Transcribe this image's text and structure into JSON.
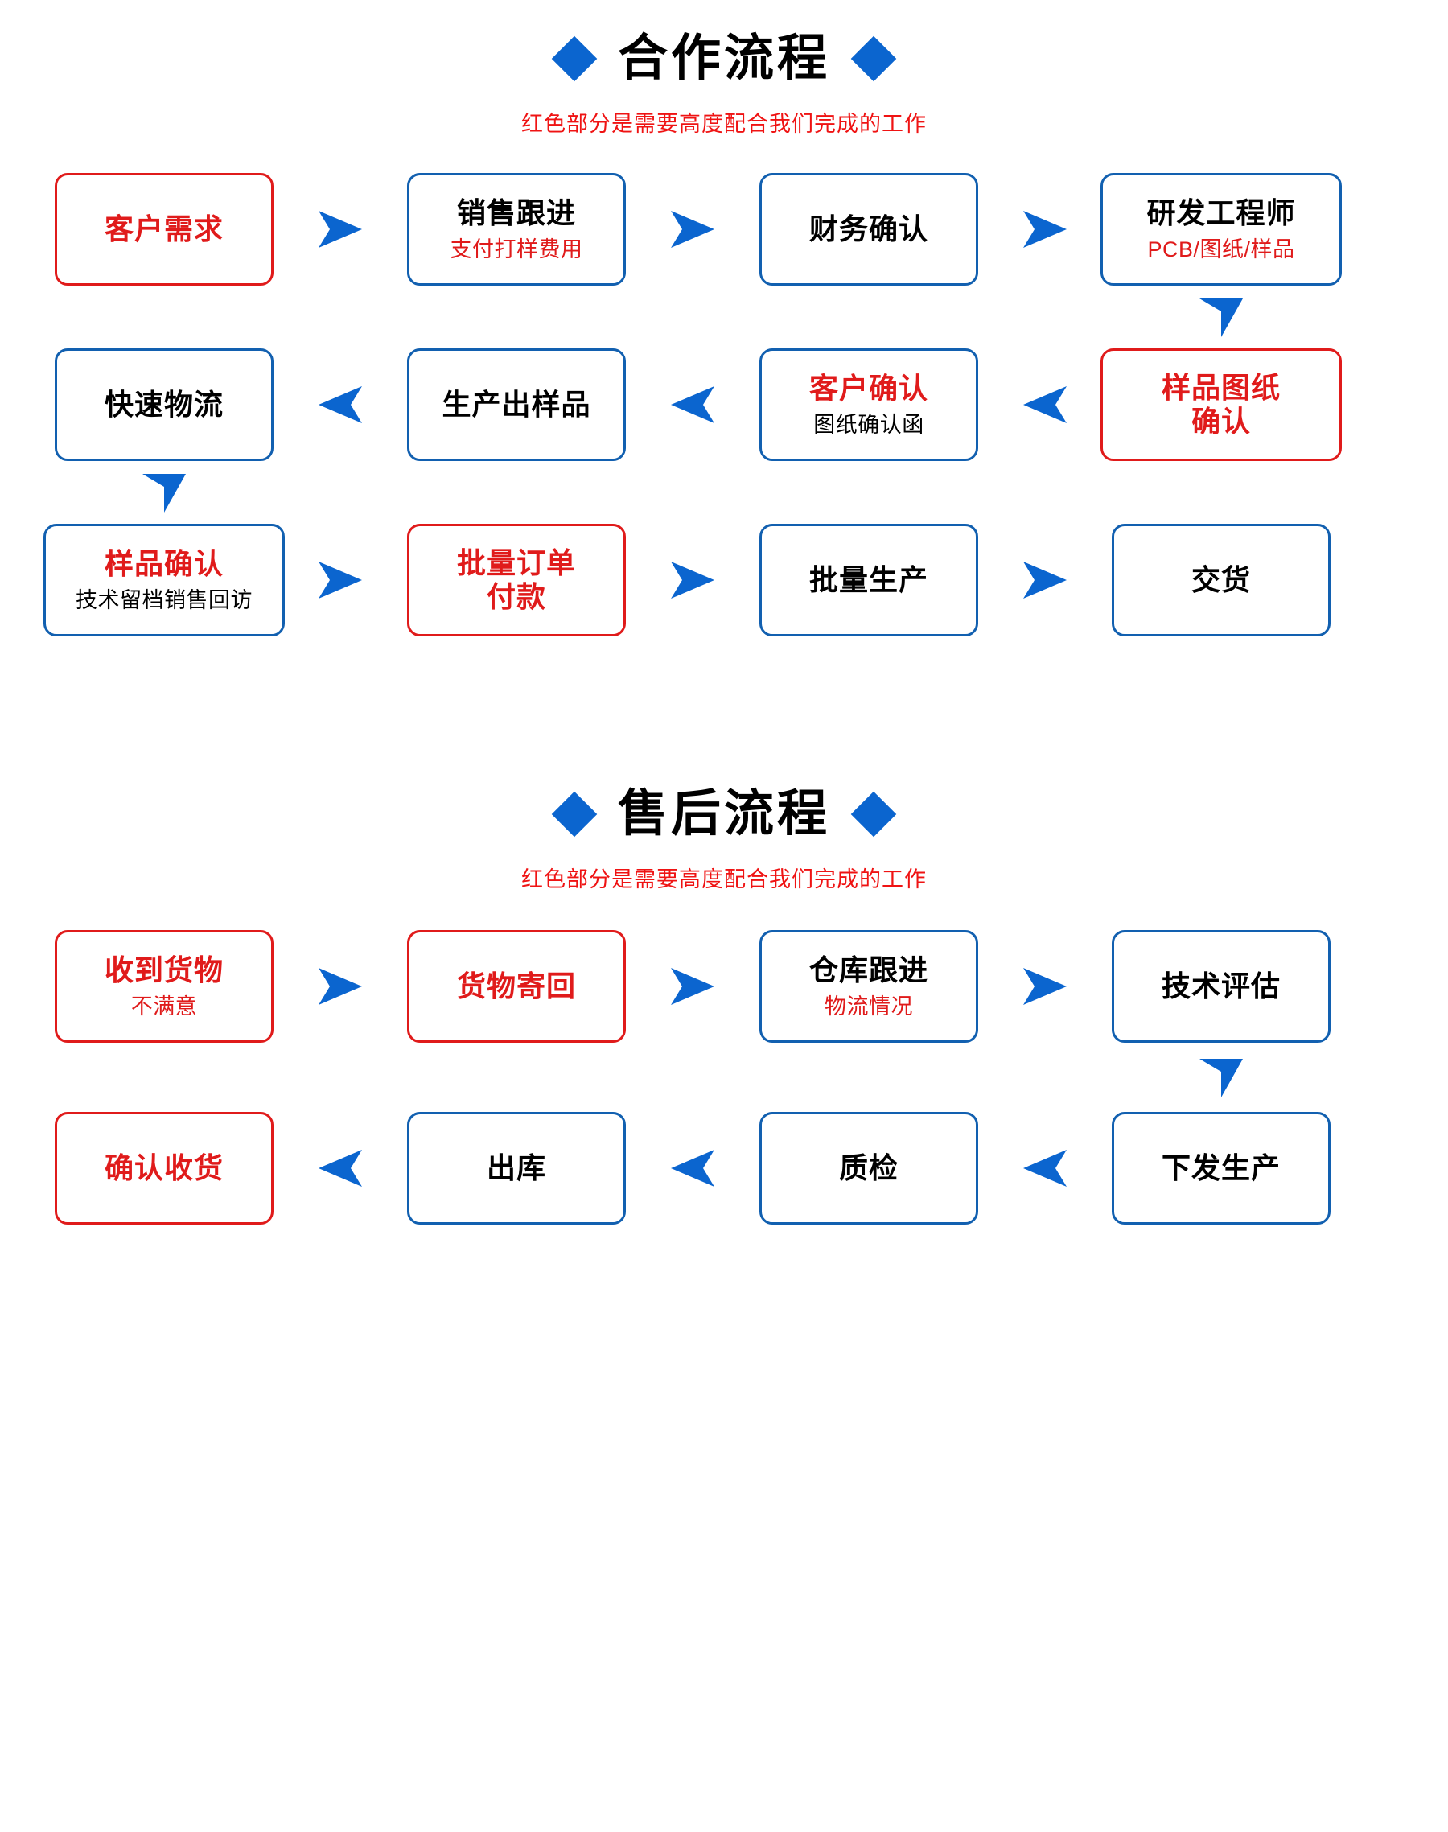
{
  "colors": {
    "blue": "#0b65cf",
    "box_blue": "#1260b0",
    "red": "#e01b1b",
    "sub_red": "#ef1313",
    "black": "#000000",
    "background": "#ffffff"
  },
  "sections": [
    {
      "id": "cooperation",
      "title": "合作流程",
      "subtitle": "红色部分是需要高度配合我们完成的工作",
      "left_diamond": "diamond-icon",
      "right_diamond": "diamond-icon",
      "rows": [
        {
          "direction": "ltr",
          "boxes": [
            {
              "main": "客户需求",
              "main_color": "red",
              "sub": "",
              "sub_color": "red",
              "border": "red"
            },
            {
              "main": "销售跟进",
              "main_color": "black",
              "sub": "支付打样费用",
              "sub_color": "red",
              "border": "blue"
            },
            {
              "main": "财务确认",
              "main_color": "black",
              "sub": "",
              "sub_color": "black",
              "border": "blue"
            },
            {
              "main": "研发工程师",
              "main_color": "black",
              "sub": "PCB/图纸/样品",
              "sub_color": "red",
              "border": "blue"
            }
          ],
          "arrows": [
            "arrow-right-icon",
            "arrow-right-icon",
            "arrow-right-icon"
          ]
        },
        {
          "direction": "rtl",
          "connector_from_above": "arrow-down-icon",
          "connector_column": 3,
          "boxes": [
            {
              "main": "快速物流",
              "main_color": "black",
              "sub": "",
              "sub_color": "black",
              "border": "blue"
            },
            {
              "main": "生产出样品",
              "main_color": "black",
              "sub": "",
              "sub_color": "black",
              "border": "blue"
            },
            {
              "main": "客户确认",
              "main_color": "red",
              "sub": "图纸确认函",
              "sub_color": "black",
              "border": "blue"
            },
            {
              "main": "样品图纸\n确认",
              "main_color": "red",
              "sub": "",
              "sub_color": "red",
              "border": "red"
            }
          ],
          "arrows": [
            "arrow-left-icon",
            "arrow-left-icon",
            "arrow-left-icon"
          ]
        },
        {
          "direction": "ltr",
          "connector_from_above": "arrow-down-icon",
          "connector_column": 0,
          "boxes": [
            {
              "main": "样品确认",
              "main_color": "red",
              "sub": "技术留档销售回访",
              "sub_color": "black",
              "border": "blue"
            },
            {
              "main": "批量订单\n付款",
              "main_color": "red",
              "sub": "",
              "sub_color": "red",
              "border": "red"
            },
            {
              "main": "批量生产",
              "main_color": "black",
              "sub": "",
              "sub_color": "black",
              "border": "blue"
            },
            {
              "main": "交货",
              "main_color": "black",
              "sub": "",
              "sub_color": "black",
              "border": "blue"
            }
          ],
          "arrows": [
            "arrow-right-icon",
            "arrow-right-icon",
            "arrow-right-icon"
          ]
        }
      ]
    },
    {
      "id": "after-sales",
      "title": "售后流程",
      "subtitle": "红色部分是需要高度配合我们完成的工作",
      "left_diamond": "diamond-icon",
      "right_diamond": "diamond-icon",
      "rows": [
        {
          "direction": "ltr",
          "boxes": [
            {
              "main": "收到货物",
              "main_color": "red",
              "sub": "不满意",
              "sub_color": "red",
              "border": "red"
            },
            {
              "main": "货物寄回",
              "main_color": "red",
              "sub": "",
              "sub_color": "red",
              "border": "red"
            },
            {
              "main": "仓库跟进",
              "main_color": "black",
              "sub": "物流情况",
              "sub_color": "red",
              "border": "blue"
            },
            {
              "main": "技术评估",
              "main_color": "black",
              "sub": "",
              "sub_color": "black",
              "border": "blue"
            }
          ],
          "arrows": [
            "arrow-right-icon",
            "arrow-right-icon",
            "arrow-right-icon"
          ]
        },
        {
          "direction": "rtl",
          "connector_from_above": "arrow-down-icon",
          "connector_column": 3,
          "boxes": [
            {
              "main": "确认收货",
              "main_color": "red",
              "sub": "",
              "sub_color": "red",
              "border": "red"
            },
            {
              "main": "出库",
              "main_color": "black",
              "sub": "",
              "sub_color": "black",
              "border": "blue"
            },
            {
              "main": "质检",
              "main_color": "black",
              "sub": "",
              "sub_color": "black",
              "border": "blue"
            },
            {
              "main": "下发生产",
              "main_color": "black",
              "sub": "",
              "sub_color": "black",
              "border": "blue"
            }
          ],
          "arrows": [
            "arrow-left-icon",
            "arrow-left-icon",
            "arrow-left-icon"
          ]
        }
      ]
    }
  ]
}
